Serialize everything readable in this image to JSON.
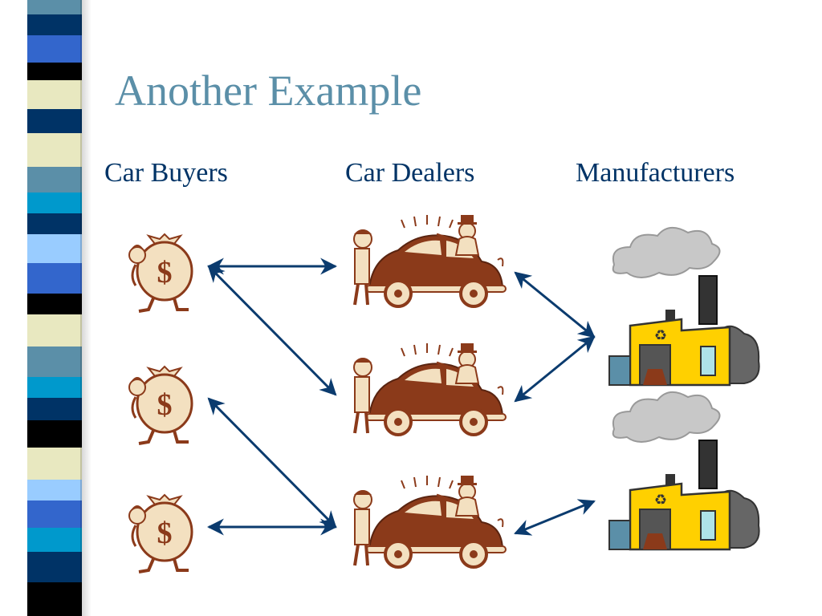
{
  "slide": {
    "title": "Another Example",
    "columns": {
      "buyers": "Car Buyers",
      "dealers": "Car Dealers",
      "manufacturers": "Manufacturers"
    }
  },
  "diagram": {
    "nodes": {
      "buyers": [
        {
          "id": "buyer-1",
          "icon": "money-bag-icon",
          "symbol": "$"
        },
        {
          "id": "buyer-2",
          "icon": "money-bag-icon",
          "symbol": "$"
        },
        {
          "id": "buyer-3",
          "icon": "money-bag-icon",
          "symbol": "$"
        }
      ],
      "dealers": [
        {
          "id": "dealer-1",
          "icon": "car-dealer-icon"
        },
        {
          "id": "dealer-2",
          "icon": "car-dealer-icon"
        },
        {
          "id": "dealer-3",
          "icon": "car-dealer-icon"
        }
      ],
      "manufacturers": [
        {
          "id": "factory-1",
          "icon": "factory-icon"
        },
        {
          "id": "factory-2",
          "icon": "factory-icon"
        }
      ]
    },
    "edges": [
      {
        "from": "buyer-1",
        "to": "dealer-1",
        "style": "double-arrow"
      },
      {
        "from": "buyer-1",
        "to": "dealer-2",
        "style": "double-arrow"
      },
      {
        "from": "buyer-2",
        "to": "dealer-3",
        "style": "double-arrow"
      },
      {
        "from": "buyer-3",
        "to": "dealer-3",
        "style": "double-arrow"
      },
      {
        "from": "dealer-1",
        "to": "factory-1",
        "style": "double-arrow"
      },
      {
        "from": "dealer-2",
        "to": "factory-1",
        "style": "double-arrow"
      },
      {
        "from": "dealer-3",
        "to": "factory-2",
        "style": "double-arrow"
      }
    ]
  },
  "colors": {
    "title": "#5b8fa8",
    "headings": "#003366",
    "arrows": "#0b3b6e",
    "clipart": "#8b3a1a",
    "factory": "#ffd000",
    "smoke": "#c8c8c8",
    "stripes": [
      "#5b8fa8",
      "#003366",
      "#3366cc",
      "#000000",
      "#e8e8c0",
      "#0099cc",
      "#99ccff"
    ]
  }
}
